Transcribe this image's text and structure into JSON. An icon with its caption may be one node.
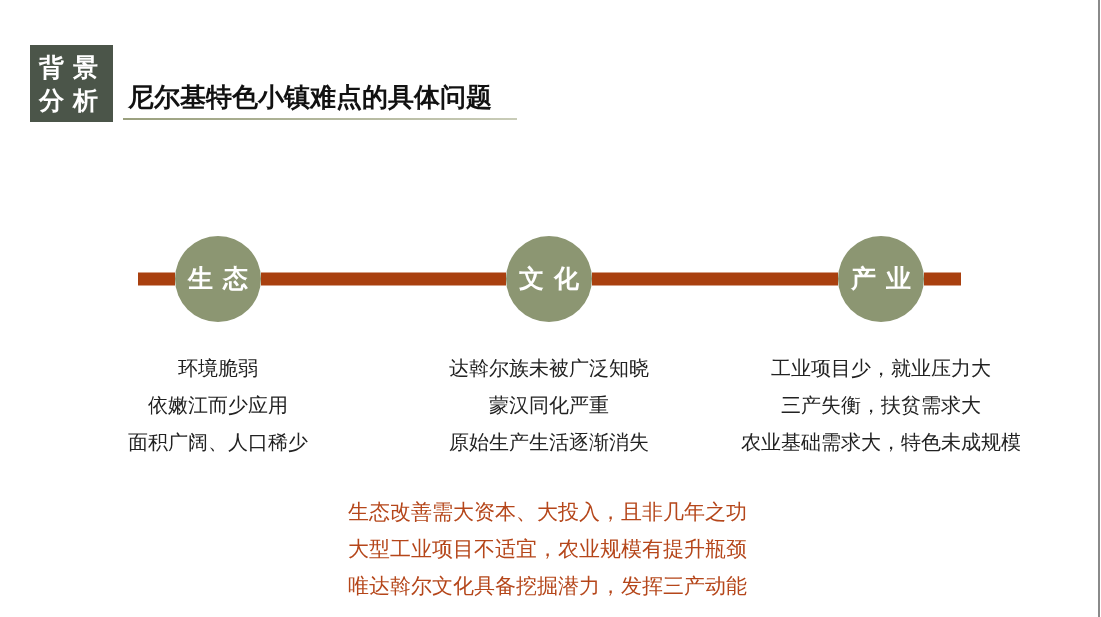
{
  "diagram": {
    "title": "尼尔基特色小镇难点的具体问题",
    "nodes": [
      {
        "text": [
          "背景分析"
        ]
      },
      {
        "text": [
          "生态"
        ],
        "beside": [
          "环境脆弱",
          "依嫩江而少应用",
          "面积广阔、人口稀少"
        ]
      },
      {
        "text": [
          "文化"
        ],
        "beside": [
          "达斡尔族未被广泛知晓",
          "蒙汉同化严重",
          "原始生产生活逐渐消失"
        ]
      },
      {
        "text": [
          "产业"
        ],
        "beside": [
          "工业项目少，就业压力大",
          "三产失衡，扶贫需求大",
          "农业基础需求大，特色未成规模"
        ]
      }
    ],
    "edges": [
      {
        "from": null,
        "to": 1,
        "arrow": "none"
      },
      {
        "from": 1,
        "to": 2,
        "arrow": "none"
      },
      {
        "from": 2,
        "to": 3,
        "arrow": "none"
      },
      {
        "from": 3,
        "to": null,
        "arrow": "none"
      }
    ],
    "labels": [
      "生态改善需大资本、大投入，且非几年之功",
      "大型工业项目不适宜，农业规模有提升瓶颈",
      "唯达斡尔文化具备挖掘潜力，发挥三产动能"
    ]
  }
}
